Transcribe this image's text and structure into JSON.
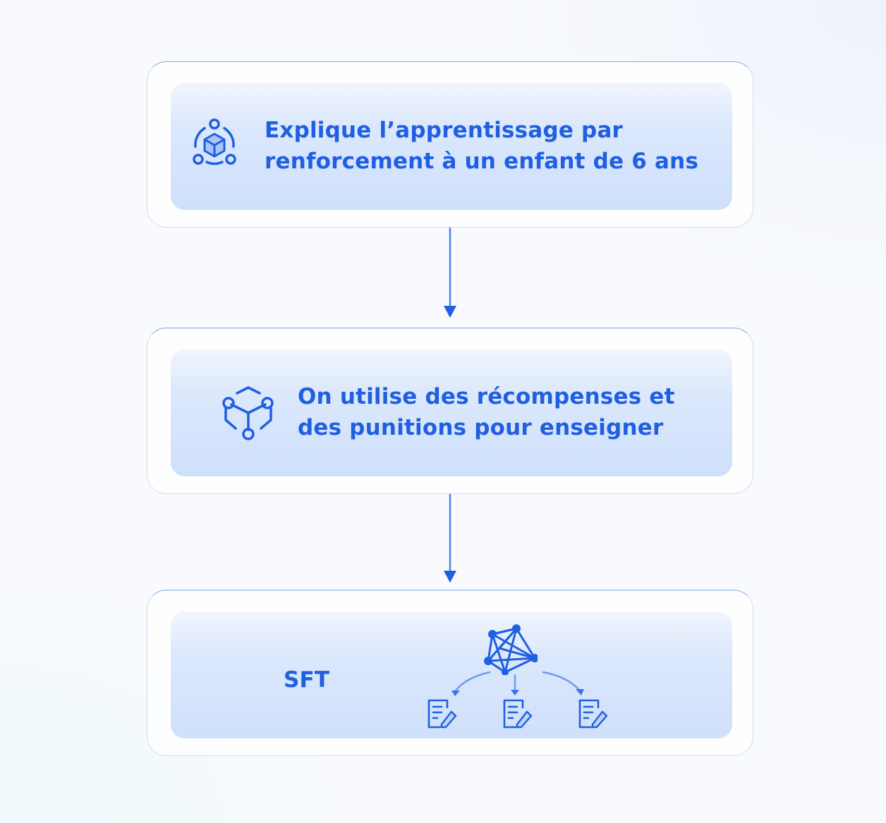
{
  "steps": [
    {
      "text": "Explique l’apprentissage par renforcement à un enfant de 6 ans",
      "icon": "cube-orbit-icon"
    },
    {
      "text": "On utilise des récompenses et des punitions pour enseigner",
      "icon": "cube-network-icon"
    },
    {
      "text": "SFT",
      "icon": "neural-network-icon"
    }
  ],
  "colors": {
    "accent": "#1f5fe0",
    "border": "#cfdcf1",
    "panel": "#d6e4fb"
  },
  "output_icons": [
    "document-edit-icon",
    "document-edit-icon",
    "document-edit-icon"
  ]
}
